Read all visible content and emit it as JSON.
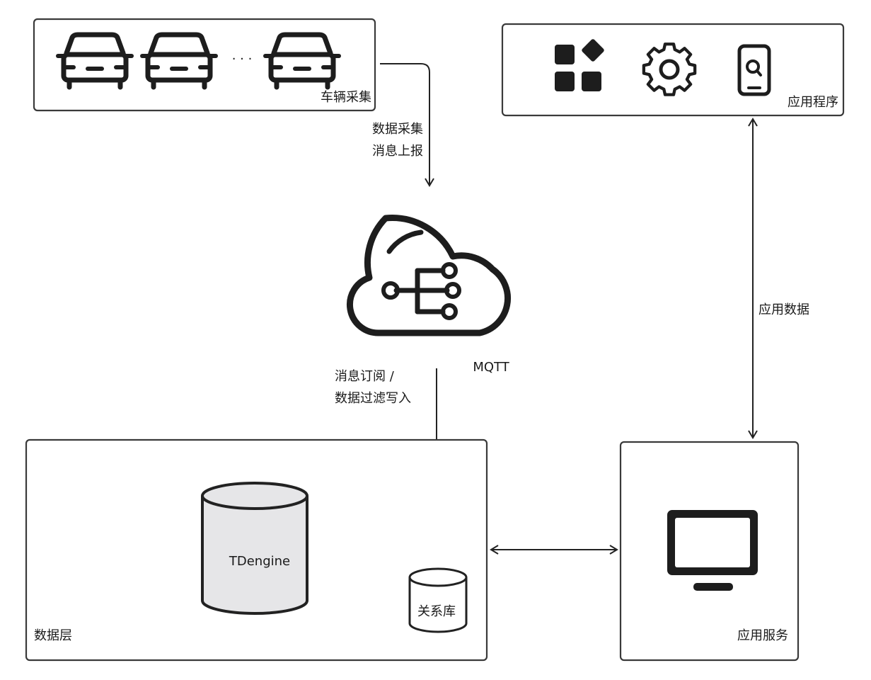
{
  "vehicles": {
    "label": "车辆采集",
    "dots": "· · ·"
  },
  "apps": {
    "label": "应用程序"
  },
  "collect_edge": {
    "line1": "数据采集",
    "line2": "消息上报"
  },
  "mqtt": {
    "label": "MQTT"
  },
  "subscribe_edge": {
    "line1": "消息订阅 /",
    "line2": "数据过滤写入"
  },
  "app_data_edge": {
    "label": "应用数据"
  },
  "data_layer": {
    "label": "数据层",
    "tdengine": "TDengine",
    "relational": "关系库"
  },
  "app_service": {
    "label": "应用服务"
  }
}
